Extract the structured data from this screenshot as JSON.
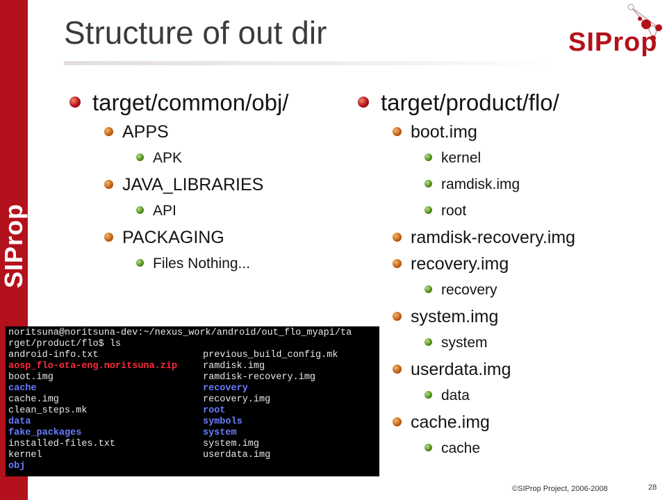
{
  "title": "Structure of out dir",
  "logo_text": "SIProp",
  "side_logo_text": "SIProp",
  "left_column": {
    "heading": "target/common/obj/",
    "items": [
      {
        "level": 2,
        "text": "APPS"
      },
      {
        "level": 3,
        "text": "APK"
      },
      {
        "level": 2,
        "text": "JAVA_LIBRARIES"
      },
      {
        "level": 3,
        "text": "API"
      },
      {
        "level": 2,
        "text": "PACKAGING"
      },
      {
        "level": 3,
        "text": "Files Nothing..."
      }
    ]
  },
  "right_column": {
    "heading": "target/product/flo/",
    "items": [
      {
        "level": 2,
        "text": "boot.img"
      },
      {
        "level": 3,
        "text": "kernel"
      },
      {
        "level": 3,
        "text": "ramdisk.img"
      },
      {
        "level": 3,
        "text": "root"
      },
      {
        "level": 2,
        "text": "ramdisk-recovery.img"
      },
      {
        "level": 2,
        "text": "recovery.img"
      },
      {
        "level": 3,
        "text": "recovery"
      },
      {
        "level": 2,
        "text": "system.img"
      },
      {
        "level": 3,
        "text": "system"
      },
      {
        "level": 2,
        "text": "userdata.img"
      },
      {
        "level": 3,
        "text": "data"
      },
      {
        "level": 2,
        "text": "cache.img"
      },
      {
        "level": 3,
        "text": "cache"
      }
    ]
  },
  "terminal": {
    "prompt_line_1": "noritsuna@noritsuna-dev:~/nexus_work/android/out_flo_myapi/ta",
    "prompt_line_2": "rget/product/flo$ ls",
    "rows": [
      {
        "left": {
          "text": "android-info.txt",
          "color": "white"
        },
        "right": {
          "text": "previous_build_config.mk",
          "color": "white"
        }
      },
      {
        "left": {
          "text": "aosp_flo-ota-eng.noritsuna.zip",
          "color": "red"
        },
        "right": {
          "text": "ramdisk.img",
          "color": "white"
        }
      },
      {
        "left": {
          "text": "boot.img",
          "color": "white"
        },
        "right": {
          "text": "ramdisk-recovery.img",
          "color": "white"
        }
      },
      {
        "left": {
          "text": "cache",
          "color": "blue"
        },
        "right": {
          "text": "recovery",
          "color": "blue"
        }
      },
      {
        "left": {
          "text": "cache.img",
          "color": "white"
        },
        "right": {
          "text": "recovery.img",
          "color": "white"
        }
      },
      {
        "left": {
          "text": "clean_steps.mk",
          "color": "white"
        },
        "right": {
          "text": "root",
          "color": "blue"
        }
      },
      {
        "left": {
          "text": "data",
          "color": "blue"
        },
        "right": {
          "text": "symbols",
          "color": "blue"
        }
      },
      {
        "left": {
          "text": "fake_packages",
          "color": "blue"
        },
        "right": {
          "text": "system",
          "color": "blue"
        }
      },
      {
        "left": {
          "text": "installed-files.txt",
          "color": "white"
        },
        "right": {
          "text": "system.img",
          "color": "white"
        }
      },
      {
        "left": {
          "text": "kernel",
          "color": "white"
        },
        "right": {
          "text": "userdata.img",
          "color": "white"
        }
      },
      {
        "left": {
          "text": "obj",
          "color": "blue"
        },
        "right": {
          "text": "",
          "color": "white"
        }
      }
    ]
  },
  "footer": "©SIProp Project, 2006-2008",
  "page_number": "28",
  "colors": {
    "brand_red": "#b3111b",
    "dir_blue": "#6a7cff",
    "archive_red": "#ff2a3a"
  }
}
